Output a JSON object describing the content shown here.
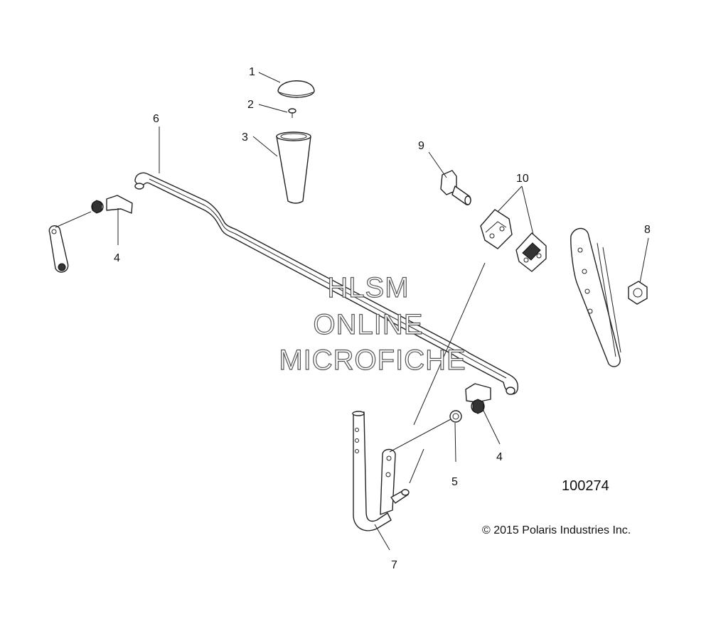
{
  "diagram": {
    "callouts": [
      "1",
      "2",
      "3",
      "4",
      "4",
      "5",
      "6",
      "7",
      "8",
      "9",
      "10"
    ],
    "watermark": [
      "HLSM",
      "ONLINE",
      "MICROFICHE"
    ],
    "drawing_number": "100274",
    "copyright": "© 2015 Polaris Industries Inc."
  }
}
